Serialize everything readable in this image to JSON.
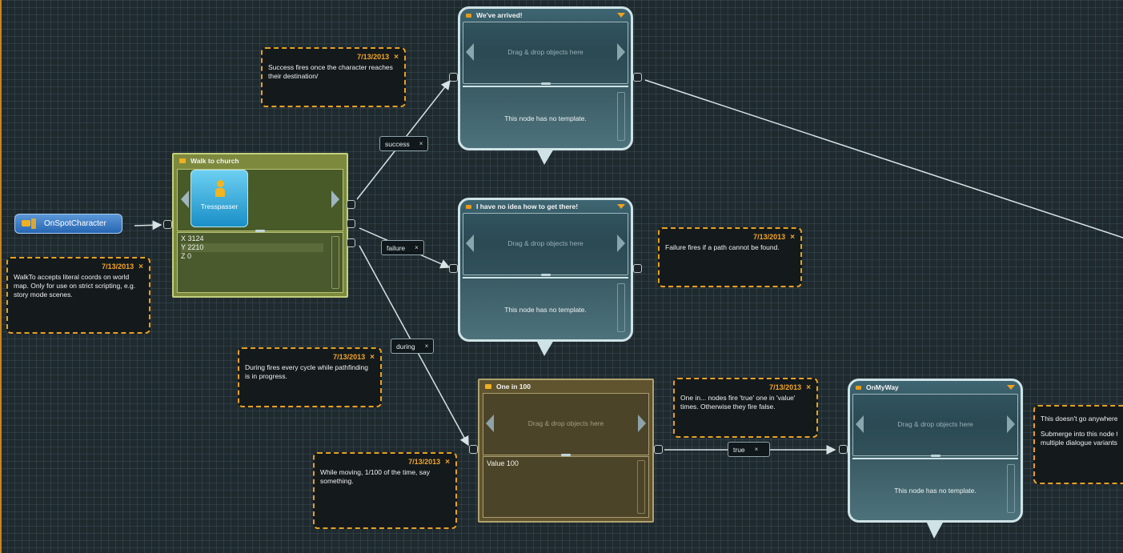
{
  "event_node": {
    "label": "OnSpotCharacter"
  },
  "walk_node": {
    "title": "Walk to church",
    "character": "Tresspasser",
    "values": [
      "X 3124",
      "Y 2210",
      "Z 0"
    ]
  },
  "arrived_node": {
    "title": "We've arrived!",
    "drop_text": "Drag & drop objects here",
    "template_text": "This node has no template."
  },
  "noidea_node": {
    "title": "I have no idea how to get there!",
    "drop_text": "Drag & drop objects here",
    "template_text": "This node has no template."
  },
  "onein_node": {
    "title": "One in 100",
    "drop_text": "Drag & drop objects here",
    "value": "Value 100"
  },
  "onmyway_node": {
    "title": "OnMyWay",
    "drop_text": "Drag & drop objects here",
    "template_text": "This node has no template."
  },
  "links": {
    "success": "success",
    "failure": "failure",
    "during": "during",
    "true": "true",
    "close": "×"
  },
  "comments": {
    "walkto": {
      "date": "7/13/2013",
      "text": "WalkTo accepts literal coords on world map. Only for use on strict scripting, e.g. story mode scenes."
    },
    "success": {
      "date": "7/13/2013",
      "text": "Success fires once the character reaches their destination/"
    },
    "during": {
      "date": "7/13/2013",
      "text": "During fires every cycle while pathfinding is in progress."
    },
    "moving": {
      "date": "7/13/2013",
      "text": "While moving, 1/100 of the time, say something."
    },
    "failure": {
      "date": "7/13/2013",
      "text": "Failure fires if a path cannot be found."
    },
    "onein": {
      "date": "7/13/2013",
      "text": "One in... nodes fire 'true' one in 'value' times. Otherwise they fire false."
    },
    "nowhere": {
      "line1": "This doesn't go anywhere, ",
      "line2": "Submerge into this node to",
      "line3": "multiple dialogue variants w"
    },
    "close": "×"
  },
  "colors": {
    "accent": "#f4a52a",
    "background": "#1f2a2f",
    "bubble": "#3e6672",
    "walk": "#7d8a3e",
    "onein": "#60542e",
    "event": "#2766b2"
  },
  "icons": [
    "event-icon",
    "pawn-icon",
    "header-icon",
    "dropdown-icon",
    "close-icon",
    "arrow-left-icon",
    "arrow-right-icon"
  ]
}
